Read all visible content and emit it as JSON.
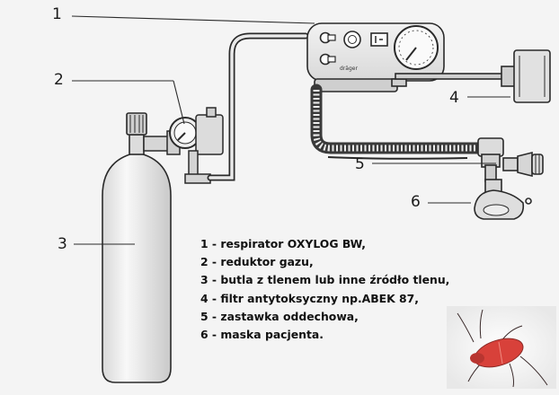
{
  "callouts": [
    "1",
    "2",
    "3",
    "4",
    "5",
    "6"
  ],
  "legend": [
    "1 - respirator OXYLOG BW,",
    "2 - reduktor gazu,",
    "3 - butla z tlenem lub inne źródło tlenu,",
    "4 - filtr antytoksyczny np.ABEK 87,",
    "5 - zastawka oddechowa,",
    "6 - maska pacjenta."
  ],
  "device": {
    "brand": "dräger"
  },
  "colors": {
    "background": "#f4f4f4",
    "line": "#2a2a2a",
    "device_fill": "#e6e6e6",
    "watermark_bug": "#d8413a"
  }
}
